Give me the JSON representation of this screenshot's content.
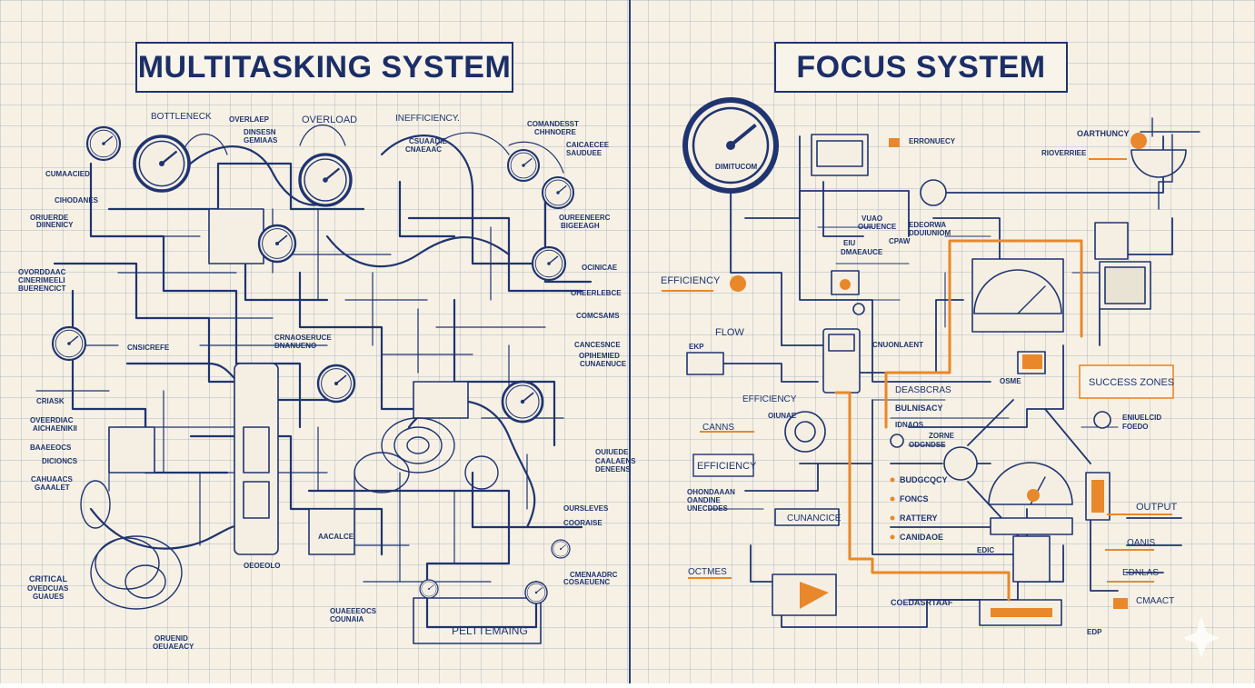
{
  "left_panel": {
    "title": "MULTITASKING SYSTEM",
    "labels": [
      {
        "id": "bottleneck",
        "text": "BOTTLENECK"
      },
      {
        "id": "overlaep",
        "text": "OVERLAEP"
      },
      {
        "id": "overload",
        "text": "OVERLOAD"
      },
      {
        "id": "inefficiency",
        "text": "INEFFICIENCY."
      },
      {
        "id": "comandesst",
        "text": "COMANDESST"
      },
      {
        "id": "chhnoere",
        "text": "CHHNOERE"
      },
      {
        "id": "dinsesn",
        "text": "DINSESN"
      },
      {
        "id": "gemiaas",
        "text": "GEMIAAS"
      },
      {
        "id": "cumaacied",
        "text": "CUMAACIED"
      },
      {
        "id": "cihodanes",
        "text": "CIHODANES"
      },
      {
        "id": "oriuerde",
        "text": "ORIUERDE"
      },
      {
        "id": "diinenicy",
        "text": "DIINENICY"
      },
      {
        "id": "ovorddaac",
        "text": "OVORDDAAC"
      },
      {
        "id": "cinerimeeli",
        "text": "CINERIMEELI"
      },
      {
        "id": "buerencict",
        "text": "BUERENCICT"
      },
      {
        "id": "criask",
        "text": "CRIASK"
      },
      {
        "id": "oveerdiac",
        "text": "OVEERDIAC"
      },
      {
        "id": "aichaenikii",
        "text": "AICHAENIKII"
      },
      {
        "id": "baaeeocs",
        "text": "BAAEEOCS"
      },
      {
        "id": "dicioncs",
        "text": "DICIONCS"
      },
      {
        "id": "cahuaacs",
        "text": "CAHUAACS"
      },
      {
        "id": "gaaalet",
        "text": "GAAALET"
      },
      {
        "id": "critical",
        "text": "CRITICAL"
      },
      {
        "id": "ovedcuas",
        "text": "OVEDCUAS"
      },
      {
        "id": "guaues",
        "text": "GUAUES"
      },
      {
        "id": "oruenid",
        "text": "ORUENID"
      },
      {
        "id": "oeuaeacy",
        "text": "OEUAEACY"
      },
      {
        "id": "comcsams",
        "text": "COMCSAMS"
      },
      {
        "id": "cancesnce",
        "text": "CANCESNCE"
      },
      {
        "id": "opihemied",
        "text": "OPIHEMIED"
      },
      {
        "id": "cunaenuce",
        "text": "CUNAENUCE"
      },
      {
        "id": "ouiuede",
        "text": "OUIUEDE"
      },
      {
        "id": "caalaens",
        "text": "CAALAENS"
      },
      {
        "id": "deneens",
        "text": "DENEENS"
      },
      {
        "id": "oursleves",
        "text": "OURSLEVES"
      },
      {
        "id": "cooraise",
        "text": "COORAISE"
      },
      {
        "id": "cmenaadrc",
        "text": "CMENAADRC"
      },
      {
        "id": "cosaeuenc",
        "text": "COSAEUENC"
      },
      {
        "id": "oureeneerc",
        "text": "OUREENEERC"
      },
      {
        "id": "bigeeagh",
        "text": "BIGEEAGH"
      },
      {
        "id": "caicaecee",
        "text": "CAICAECEE"
      },
      {
        "id": "sauduee",
        "text": "SAUDUEE"
      },
      {
        "id": "ocinicae",
        "text": "OCINICAE"
      },
      {
        "id": "oheerlebce",
        "text": "OHEERLEBCE"
      },
      {
        "id": "cnsicrefe",
        "text": "CNSICREFE"
      },
      {
        "id": "crnaoseruce",
        "text": "CRNAOSERUCE"
      },
      {
        "id": "dnanueno",
        "text": "DNANUENO"
      },
      {
        "id": "oeoeolo",
        "text": "OEOEOLO"
      },
      {
        "id": "aacalce",
        "text": "AACALCE"
      },
      {
        "id": "ouaeeeocs",
        "text": "OUAEEEOCS"
      },
      {
        "id": "counaia",
        "text": "COUNAIA"
      },
      {
        "id": "csuaadie",
        "text": "CSUAADIE"
      },
      {
        "id": "cnaeaac",
        "text": "CNAEAAC"
      },
      {
        "id": "pelttemaing",
        "text": "PELTTEMAING"
      }
    ]
  },
  "right_panel": {
    "title": "FOCUS SYSTEM",
    "labels": [
      {
        "id": "erronuecy",
        "text": "ERRONUECY"
      },
      {
        "id": "oarthuncy",
        "text": "OARTHUNCY"
      },
      {
        "id": "rioverriee",
        "text": "RIOVERRIEE"
      },
      {
        "id": "efficiency_a",
        "text": "EFFICIENCY"
      },
      {
        "id": "flow",
        "text": "FLOW"
      },
      {
        "id": "efficiency_b",
        "text": "EFFICIENCY"
      },
      {
        "id": "efficiency_box",
        "text": "EFFICIENCY"
      },
      {
        "id": "canns",
        "text": "CANNS"
      },
      {
        "id": "success_zones",
        "text": "SUCCESS ZONES"
      },
      {
        "id": "output",
        "text": "OUTPUT"
      },
      {
        "id": "oanis",
        "text": "OANIS"
      },
      {
        "id": "ednlas",
        "text": "EDNLAS"
      },
      {
        "id": "cmaact",
        "text": "CMAACT"
      },
      {
        "id": "octmes",
        "text": "OCTMES"
      },
      {
        "id": "coedasrtaaf",
        "text": "COEDASRTAAF"
      },
      {
        "id": "cunancice",
        "text": "CUNANCICE"
      },
      {
        "id": "deasbcras",
        "text": "DEASBCRAS"
      },
      {
        "id": "bulnisacy",
        "text": "BULNISACY"
      },
      {
        "id": "idnaos",
        "text": "IDNAOS"
      },
      {
        "id": "vuao",
        "text": "VUAO"
      },
      {
        "id": "ouiuence",
        "text": "OUIUENCE"
      },
      {
        "id": "cpaw",
        "text": "CPAW"
      },
      {
        "id": "eiu",
        "text": "EIU"
      },
      {
        "id": "dmaeauce",
        "text": "DMAEAUCE"
      },
      {
        "id": "cnuonlaent",
        "text": "CNUONLAENT"
      },
      {
        "id": "ekp",
        "text": "EKP"
      },
      {
        "id": "budgcqcy",
        "text": "BUDGCQCY"
      },
      {
        "id": "foncs",
        "text": "FONCS"
      },
      {
        "id": "ratteryy",
        "text": "RATTERY"
      },
      {
        "id": "canidaoe",
        "text": "CANIDAOE"
      },
      {
        "id": "zorne",
        "text": "ZORNE"
      },
      {
        "id": "odgndse",
        "text": "ODGNDSE"
      },
      {
        "id": "eniuelcid",
        "text": "ENIUELCID"
      },
      {
        "id": "foedo",
        "text": "FOEDO"
      },
      {
        "id": "ohondaaan",
        "text": "OHONDAAAN"
      },
      {
        "id": "oandine",
        "text": "OANDINE"
      },
      {
        "id": "unecddes",
        "text": "UNECDDES"
      },
      {
        "id": "oiunae",
        "text": "OIUNAE"
      },
      {
        "id": "edeorwa",
        "text": "EDEORWA"
      },
      {
        "id": "dduiuniom",
        "text": "DDUIUNIOM"
      },
      {
        "id": "dimitucom",
        "text": "DIMITUCOM"
      },
      {
        "id": "edic",
        "text": "EDIC"
      },
      {
        "id": "osme",
        "text": "OSME"
      },
      {
        "id": "edp",
        "text": "EDP"
      }
    ]
  },
  "colors": {
    "ink": "#1f3470",
    "accent": "#e8882a",
    "paper": "#f6f1e4",
    "grid": "#b7c0d6"
  }
}
